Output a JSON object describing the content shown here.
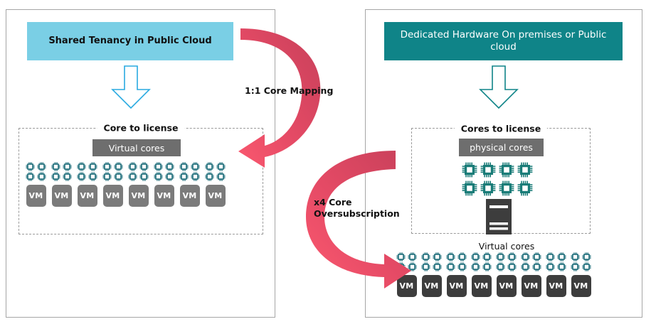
{
  "diagram": {
    "title_left": "Shared Tenancy in Public Cloud",
    "title_right": "Dedicated Hardware On premises or Public cloud"
  },
  "left_panel": {
    "banner_label": "Shared Tenancy in Public Cloud",
    "banner_color": "#7ACFE5",
    "down_arrow_color": "#29AAE1",
    "license_label": "Core to license",
    "core_tag_label": "Virtual cores",
    "core_tag_color": "#6E6E6E",
    "vm_label": "VM",
    "vm_color": "#7B7B7B",
    "vm_count": 8,
    "cores_per_vm": 4,
    "core_icon_name": "chip-core-icon",
    "core_icon_color": "#1F6E7B"
  },
  "right_panel": {
    "banner_label": "Dedicated Hardware On premises or Public cloud",
    "banner_color": "#0F8488",
    "down_arrow_color": "#0F8488",
    "license_label": "Cores to license",
    "core_tag_label": "physical cores",
    "core_tag_color": "#6E6E6E",
    "physical_core_count": 8,
    "physical_core_icon_name": "physical-chip-icon",
    "physical_core_color": "#1A7C78",
    "server_icon_name": "server-icon",
    "server_color": "#3D3D3D",
    "virtual_cores_label": "Virtual cores",
    "vm_label": "VM",
    "vm_color": "#3D3D3D",
    "vm_count": 8,
    "cores_per_vm": 4,
    "core_icon_name": "chip-core-icon",
    "core_icon_color": "#1F6E7B"
  },
  "arrows": {
    "top": {
      "caption": "1:1  Core Mapping",
      "color_start": "#C7405A",
      "color_end": "#F9566E",
      "direction": "right-to-left"
    },
    "bottom": {
      "caption": "x4 Core\nOversubscription",
      "color_start": "#C7405A",
      "color_end": "#F9566E",
      "direction": "left-to-right"
    }
  },
  "frame": {
    "border_color": "#A6A6A6",
    "dashed_border_color": "#9A9A9A"
  }
}
